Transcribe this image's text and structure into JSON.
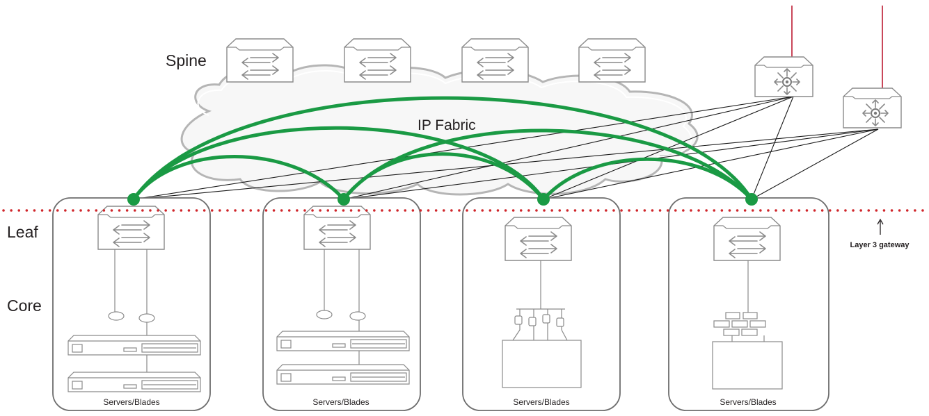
{
  "labels": {
    "spine": "Spine",
    "leaf": "Leaf",
    "core": "Core",
    "fabric": "IP Fabric",
    "gateway": "Layer 3 gateway"
  },
  "pods": [
    {
      "id": "pod-1",
      "label": "Servers/Blades",
      "device": "server-stack"
    },
    {
      "id": "pod-2",
      "label": "Servers/Blades",
      "device": "server-stack"
    },
    {
      "id": "pod-3",
      "label": "Servers/Blades",
      "device": "blade-enclosure"
    },
    {
      "id": "pod-4",
      "label": "Servers/Blades",
      "device": "firewall-appliance"
    }
  ],
  "colors": {
    "fabric_links": "#1a9a44",
    "uplinks": "#1a1a1a",
    "gateway_boundary": "#d0262b",
    "wan_links": "#c9475a",
    "device_outline": "#8a8a8a"
  },
  "icons": {
    "spine_switch": "switch-icon",
    "leaf_switch": "switch-icon",
    "router": "router-icon",
    "gateway_arrow": "up-arrow-icon"
  }
}
